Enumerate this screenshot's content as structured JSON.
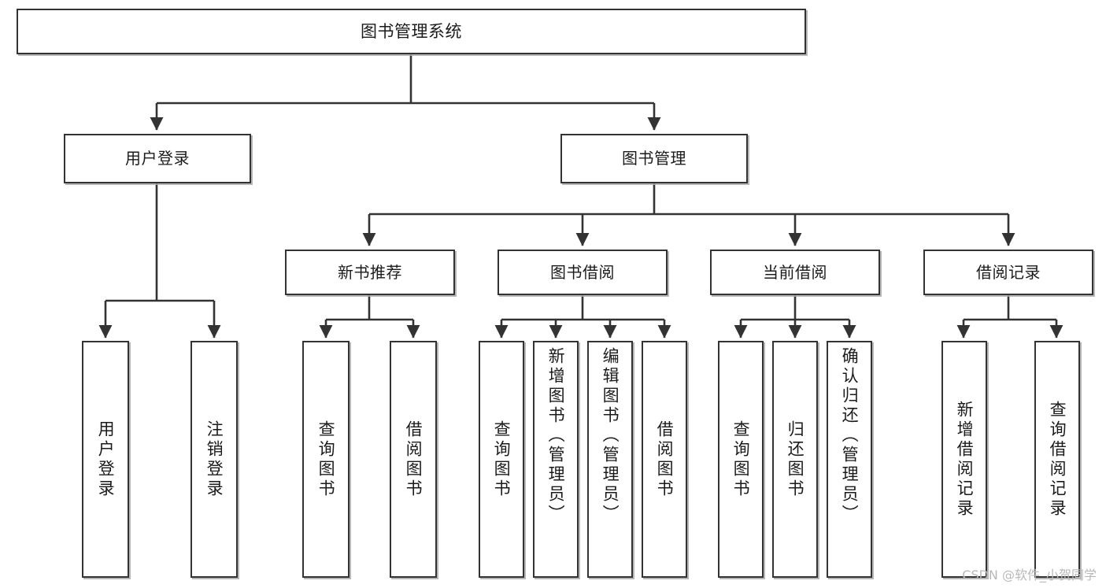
{
  "diagram": {
    "type": "tree-hierarchy",
    "title": "图书管理系统",
    "watermark": "CSDN @软件_小贺同学",
    "colors": {
      "box_border": "#333333",
      "box_fill": "#ffffff",
      "edge": "#333333",
      "text": "#1b1b1b",
      "watermark": "#b9b9b9",
      "shadow": "#aaaaaa"
    },
    "nodes": {
      "root": {
        "label": "图书管理系统"
      },
      "level2": [
        {
          "id": "user-login",
          "label": "用户登录"
        },
        {
          "id": "book-manage",
          "label": "图书管理"
        }
      ],
      "level3": [
        {
          "id": "new-book-recommend",
          "label": "新书推荐"
        },
        {
          "id": "book-borrow",
          "label": "图书借阅"
        },
        {
          "id": "current-borrow",
          "label": "当前借阅"
        },
        {
          "id": "borrow-record",
          "label": "借阅记录"
        }
      ],
      "leaves": {
        "user-login": [
          {
            "id": "leaf-user-login",
            "label": "用户登录"
          },
          {
            "id": "leaf-user-logout",
            "label": "注销登录"
          }
        ],
        "new-book-recommend": [
          {
            "id": "leaf-query-book-1",
            "label": "查询图书"
          },
          {
            "id": "leaf-borrow-book-1",
            "label": "借阅图书"
          }
        ],
        "book-borrow": [
          {
            "id": "leaf-query-book-2",
            "label": "查询图书"
          },
          {
            "id": "leaf-add-book",
            "label": "新增图书（管理员）"
          },
          {
            "id": "leaf-edit-book",
            "label": "编辑图书（管理员）"
          },
          {
            "id": "leaf-borrow-book-2",
            "label": "借阅图书"
          }
        ],
        "current-borrow": [
          {
            "id": "leaf-query-book-3",
            "label": "查询图书"
          },
          {
            "id": "leaf-return-book",
            "label": "归还图书"
          },
          {
            "id": "leaf-confirm-return",
            "label": "确认归还（管理员）"
          }
        ],
        "borrow-record": [
          {
            "id": "leaf-add-record",
            "label": "新增借阅记录"
          },
          {
            "id": "leaf-query-record",
            "label": "查询借阅记录"
          }
        ]
      }
    }
  }
}
